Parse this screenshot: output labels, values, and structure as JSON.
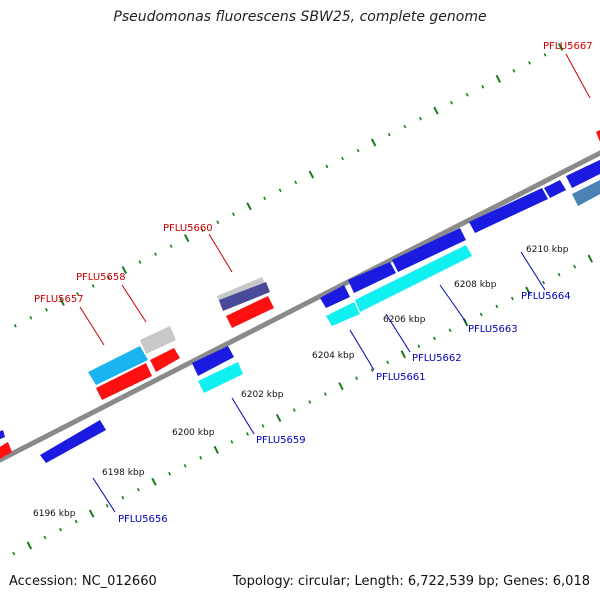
{
  "title": "Pseudomonas fluorescens SBW25, complete genome",
  "footer": {
    "accession": "Accession: NC_012660",
    "summary": "Topology: circular; Length: 6,722,539 bp; Genes: 6,018"
  },
  "colors": {
    "backbone": "#8a8a8a",
    "tick": "#1a7a1a",
    "label_forward": "#cc0000",
    "label_reverse": "#0000bb",
    "gene_red": "#ff1010",
    "gene_blue": "#1a1ae0",
    "gene_cyan": "#10f0f0",
    "gene_skyblue": "#1ab4f0",
    "gene_grey": "#c8c8c8",
    "gene_navy": "#4a4a9a",
    "gene_steel": "#4a82b4"
  },
  "scale": {
    "unit": "kbp",
    "labels": [
      {
        "text": "6196 kbp",
        "pos": 6196
      },
      {
        "text": "6198 kbp",
        "pos": 6198
      },
      {
        "text": "6200 kbp",
        "pos": 6200
      },
      {
        "text": "6202 kbp",
        "pos": 6202
      },
      {
        "text": "6204 kbp",
        "pos": 6204
      },
      {
        "text": "6206 kbp",
        "pos": 6206
      },
      {
        "text": "6208 kbp",
        "pos": 6208
      },
      {
        "text": "6210 kbp",
        "pos": 6210
      }
    ]
  },
  "gene_labels": [
    {
      "name": "PFLU5656",
      "strand": "reverse"
    },
    {
      "name": "PFLU5657",
      "strand": "forward"
    },
    {
      "name": "PFLU5658",
      "strand": "forward"
    },
    {
      "name": "PFLU5659",
      "strand": "reverse"
    },
    {
      "name": "PFLU5660",
      "strand": "forward"
    },
    {
      "name": "PFLU5661",
      "strand": "reverse"
    },
    {
      "name": "PFLU5662",
      "strand": "reverse"
    },
    {
      "name": "PFLU5663",
      "strand": "reverse"
    },
    {
      "name": "PFLU5664",
      "strand": "reverse"
    },
    {
      "name": "PFLU5667",
      "strand": "forward"
    }
  ]
}
